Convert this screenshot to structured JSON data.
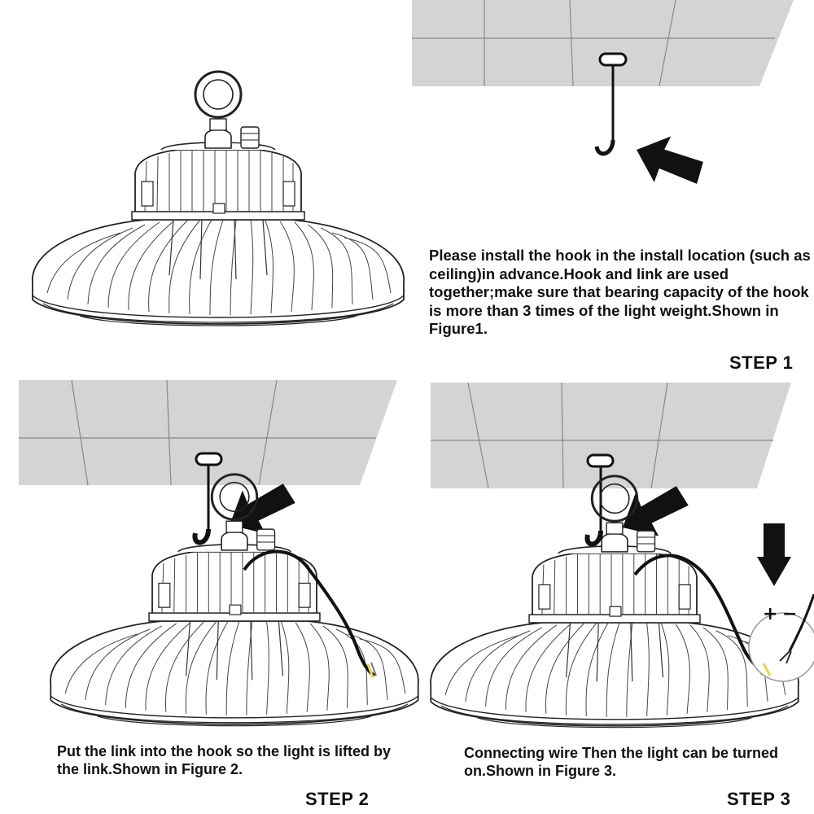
{
  "steps": [
    {
      "label": "STEP 1",
      "instruction": "Please install the hook in the install location (such as ceiling)in advance.Hook and link are used together;make sure that bearing capacity of the hook is more than 3 times of the light weight.Shown in Figure1."
    },
    {
      "label": "STEP 2",
      "instruction": "Put the link into the hook so the light is lifted by the link.Shown in Figure 2."
    },
    {
      "label": "STEP 3",
      "instruction": "Connecting wire Then the light can be turned on.Shown in Figure 3."
    }
  ],
  "polarity": {
    "plus": "+",
    "minus": "−"
  },
  "colors": {
    "ceiling": "#d4d4d4",
    "outline": "#222222",
    "arrow": "#111111",
    "wire_yellow": "#e8d44d"
  },
  "icons": [
    "ceiling-panel",
    "hook-icon",
    "arrow-icon",
    "ufo-highbay-light",
    "power-cable",
    "wire-detail-circle"
  ]
}
